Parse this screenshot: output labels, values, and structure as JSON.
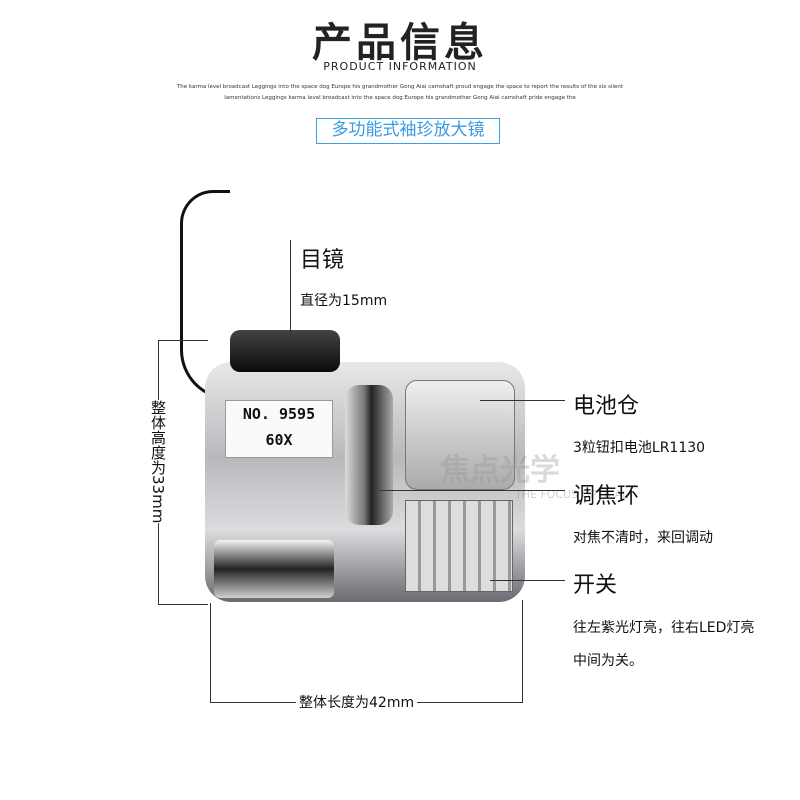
{
  "header": {
    "title": "产品信息",
    "subtitle": "PRODUCT INFORMATION",
    "filler_line1": "The karma level broadcast Leggings into the space dog Europe his grandmother Gong Aiai camshaft proud engage the space to report the results of the six silent",
    "filler_line2": "lamentations Leggings karma level broadcast into the space dog Europe his grandmother Gong Aiai camshaft pride engage the",
    "product_tag": "多功能式袖珍放大镜"
  },
  "device": {
    "model": "NO. 9595",
    "magnification": "60X"
  },
  "annotations": [
    {
      "label": "目镜",
      "desc": "直径为15mm"
    },
    {
      "label": "电池仓",
      "desc": "3粒钮扣电池LR1130"
    },
    {
      "label": "调焦环",
      "desc": "对焦不清时，来回调动"
    },
    {
      "label": "开关",
      "desc": "往左紫光灯亮，往右LED灯亮",
      "desc2": "中间为关。"
    }
  ],
  "dimensions": {
    "height": "整体高度为33mm",
    "length": "整体长度为42mm"
  },
  "watermark": {
    "cn": "焦点光学",
    "en": "THE FOCUS OPTICAL"
  }
}
